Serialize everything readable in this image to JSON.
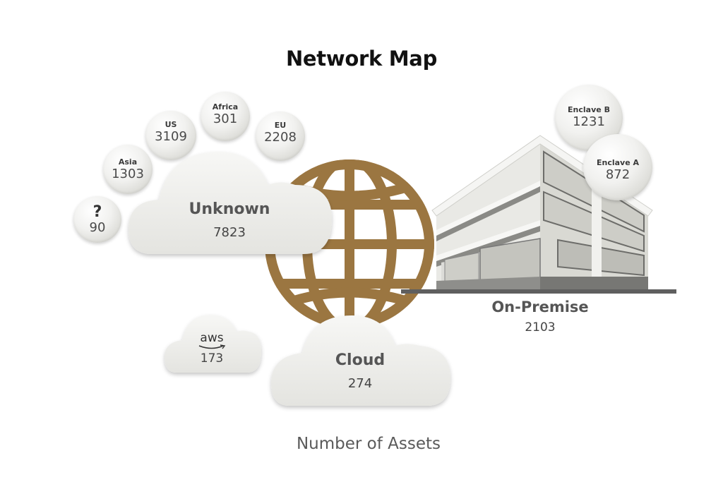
{
  "title": "Network Map",
  "footer": "Number of Assets",
  "colors": {
    "globe": "#9b7641",
    "cloud_fill": "#f3f3f1",
    "building_wall": "#e6e6e2",
    "building_dark": "#5f5f5f"
  },
  "unknown": {
    "label": "Unknown",
    "value": "7823",
    "regions": [
      {
        "label": "?",
        "value": "90"
      },
      {
        "label": "Asia",
        "value": "1303"
      },
      {
        "label": "US",
        "value": "3109"
      },
      {
        "label": "Africa",
        "value": "301"
      },
      {
        "label": "EU",
        "value": "2208"
      }
    ]
  },
  "cloud": {
    "label": "Cloud",
    "value": "274",
    "providers": [
      {
        "label": "aws",
        "value": "173"
      }
    ]
  },
  "on_premise": {
    "label": "On-Premise",
    "value": "2103",
    "enclaves": [
      {
        "label": "Enclave B",
        "value": "1231"
      },
      {
        "label": "Enclave A",
        "value": "872"
      }
    ]
  },
  "icons": [
    "globe-icon",
    "building-icon",
    "cloud-icon",
    "aws-logo"
  ]
}
